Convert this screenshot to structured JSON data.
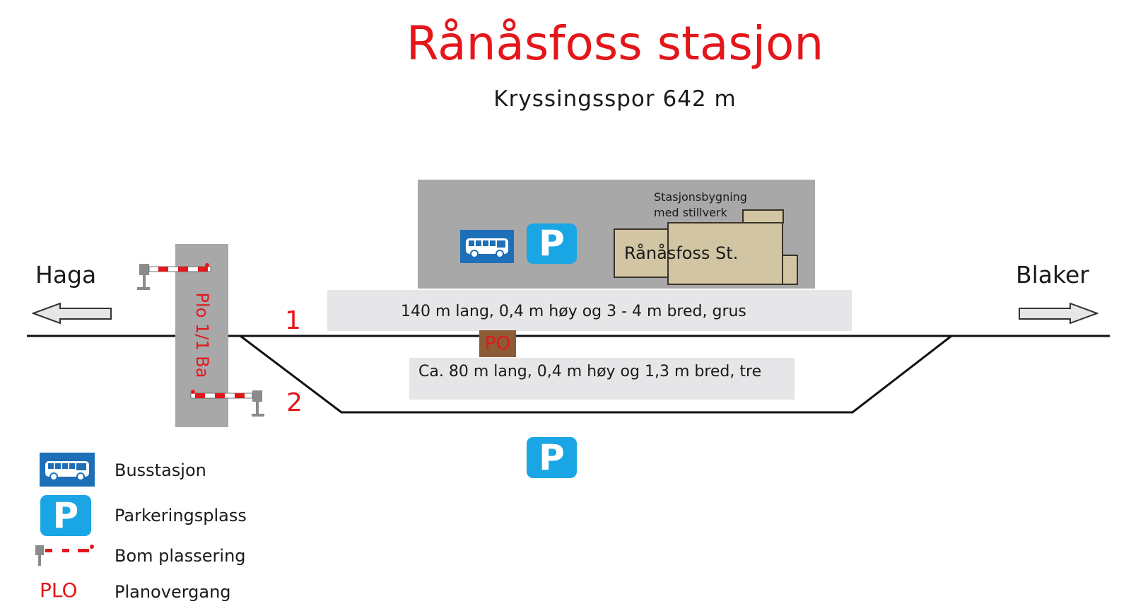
{
  "title": "Rånåsfoss stasjon",
  "subtitle": "Kryssingsspor 642 m",
  "directions": {
    "left": "Haga",
    "right": "Blaker"
  },
  "station": {
    "building_label": "Rånåsfoss St.",
    "building_caption_line1": "Stasjonsbygning",
    "building_caption_line2": "med stillverk"
  },
  "platforms": {
    "track1": "140 m lang, 0,4 m høy og 3 - 4 m bred, grus",
    "track2": "Ca. 80 m lang, 0,4 m høy og 1,3 m bred, tre"
  },
  "tracks": {
    "track1_number": "1",
    "track2_number": "2"
  },
  "level_crossing_label": "Plo 1/1 Ba",
  "po_label": "PO",
  "parking_symbol": "P",
  "legend": {
    "bus": "Busstasjon",
    "parking": "Parkeringsplass",
    "barrier": "Bom plassering",
    "plo_symbol": "PLO",
    "plo": "Planovergang"
  },
  "colors": {
    "title": "#e3171b",
    "track_number": "#e3171b",
    "parking_blue": "#1aa6e5",
    "bus_blue": "#1d6fb8",
    "building": "#d2c5a3",
    "station_area": "#a8a8a9",
    "platform": "#e6e6e8",
    "po_box": "#8b5c35"
  },
  "icons": [
    "bus-icon",
    "parking-icon",
    "barrier-icon",
    "arrow-left-icon",
    "arrow-right-icon"
  ]
}
